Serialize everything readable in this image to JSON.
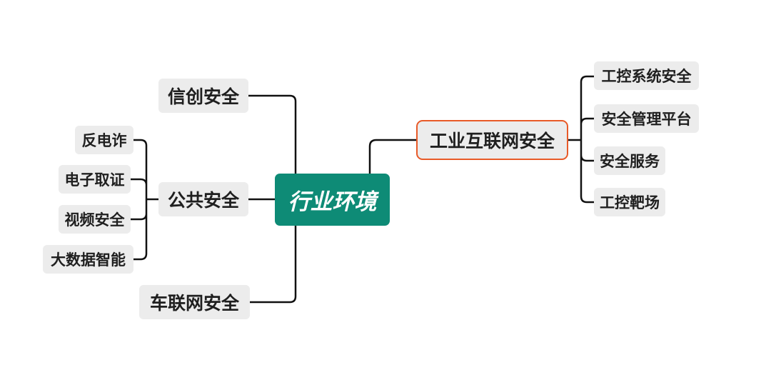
{
  "diagram": {
    "type": "mindmap",
    "line_color": "#111111",
    "root": {
      "label": "行业环境",
      "color": "#0e8b76"
    },
    "left_branches": [
      {
        "label": "信创安全",
        "children": []
      },
      {
        "label": "公共安全",
        "children": [
          "反电诈",
          "电子取证",
          "视频安全",
          "大数据智能"
        ]
      },
      {
        "label": "车联网安全",
        "children": []
      }
    ],
    "right_branches": [
      {
        "label": "工业互联网安全",
        "highlight_color": "#e85a28",
        "children": [
          "工控系统安全",
          "安全管理平台",
          "安全服务",
          "工控靶场"
        ]
      }
    ]
  }
}
